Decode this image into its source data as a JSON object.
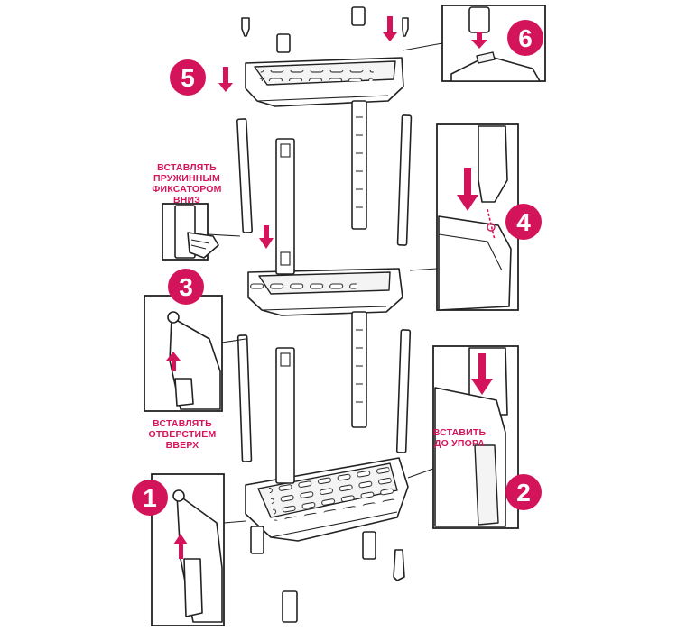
{
  "steps": {
    "s1": "1",
    "s2": "2",
    "s3": "3",
    "s4": "4",
    "s5": "5",
    "s6": "6"
  },
  "captions": {
    "spring_latch": [
      "ВСТАВЛЯТЬ",
      "ПРУЖИННЫМ",
      "ФИКСАТОРОМ",
      "ВНИЗ"
    ],
    "hole_up": [
      "ВСТАВЛЯТЬ",
      "ОТВЕРСТИЕМ",
      "ВВЕРХ"
    ],
    "to_stop": [
      "ВСТАВИТЬ",
      "ДО УПОРА"
    ]
  },
  "colors": {
    "accent": "#d4145a",
    "line": "#222222",
    "background": "#ffffff"
  }
}
